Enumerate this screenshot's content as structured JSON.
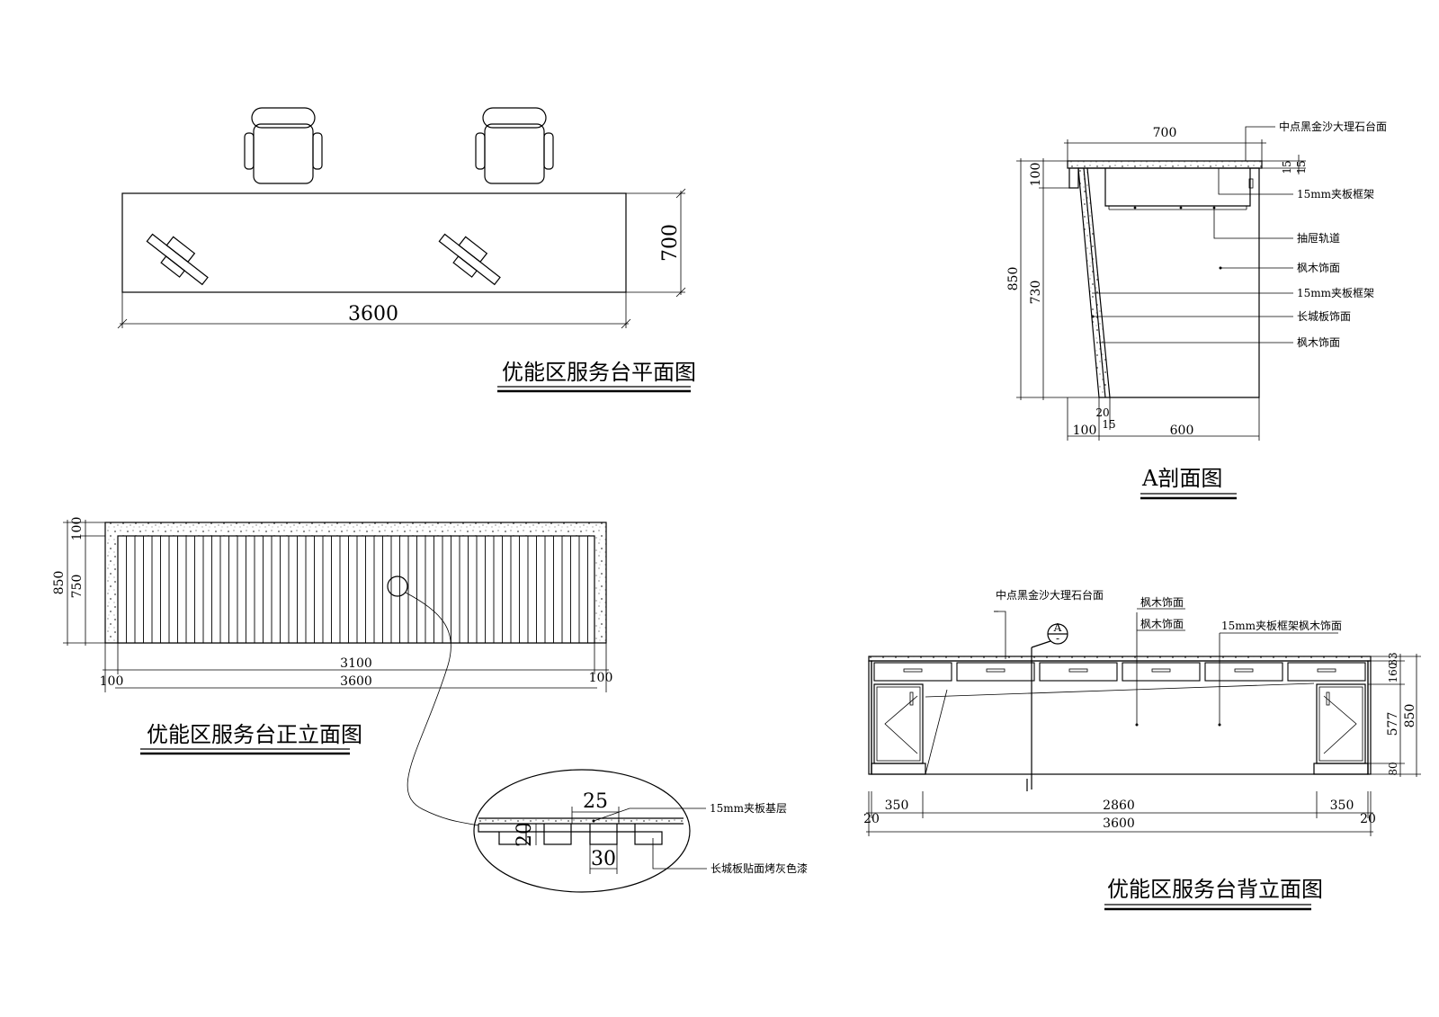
{
  "colors": {
    "line": "#000000",
    "background": "#ffffff",
    "texture": "#444444"
  },
  "plan": {
    "title": "优能区服务台平面图",
    "dim_length": "3600",
    "dim_depth": "700"
  },
  "section_a": {
    "title": "A剖面图",
    "dim_top": "700",
    "dim_h_total": "850",
    "dim_h_top": "100",
    "dim_h_body": "730",
    "dim_b_100": "100",
    "dim_b_600": "600",
    "dim_b_20": "20",
    "dim_b_15": "15",
    "dim_small_a": "15",
    "dim_small_b": "15",
    "notes": [
      "中点黑金沙大理石台面",
      "15mm夹板框架",
      "抽屉轨道",
      "枫木饰面",
      "15mm夹板框架",
      "长城板饰面",
      "枫木饰面"
    ]
  },
  "front": {
    "title": "优能区服务台正立面图",
    "dim_h_total": "850",
    "dim_h_top": "100",
    "dim_h_body": "750",
    "dim_inner": "3100",
    "dim_total": "3600",
    "dim_left": "100",
    "dim_right": "100",
    "detail": {
      "dim_25": "25",
      "dim_20": "20",
      "dim_30": "30",
      "note_top": "15mm夹板基层",
      "note_bottom": "长城板贴面烤灰色漆"
    }
  },
  "back": {
    "title": "优能区服务台背立面图",
    "notes": [
      "中点黑金沙大理石台面",
      "枫木饰面",
      "枫木饰面",
      "15mm夹板框架枫木饰面"
    ],
    "section_mark_top": "A",
    "section_mark_bottom": "-",
    "dim_left_20": "20",
    "dim_350_left": "350",
    "dim_2860": "2860",
    "dim_350_right": "350",
    "dim_right_20": "20",
    "dim_3600": "3600",
    "dim_r_33": "33",
    "dim_r_160": "160",
    "dim_r_577": "577",
    "dim_r_80": "80",
    "dim_r_850": "850"
  }
}
